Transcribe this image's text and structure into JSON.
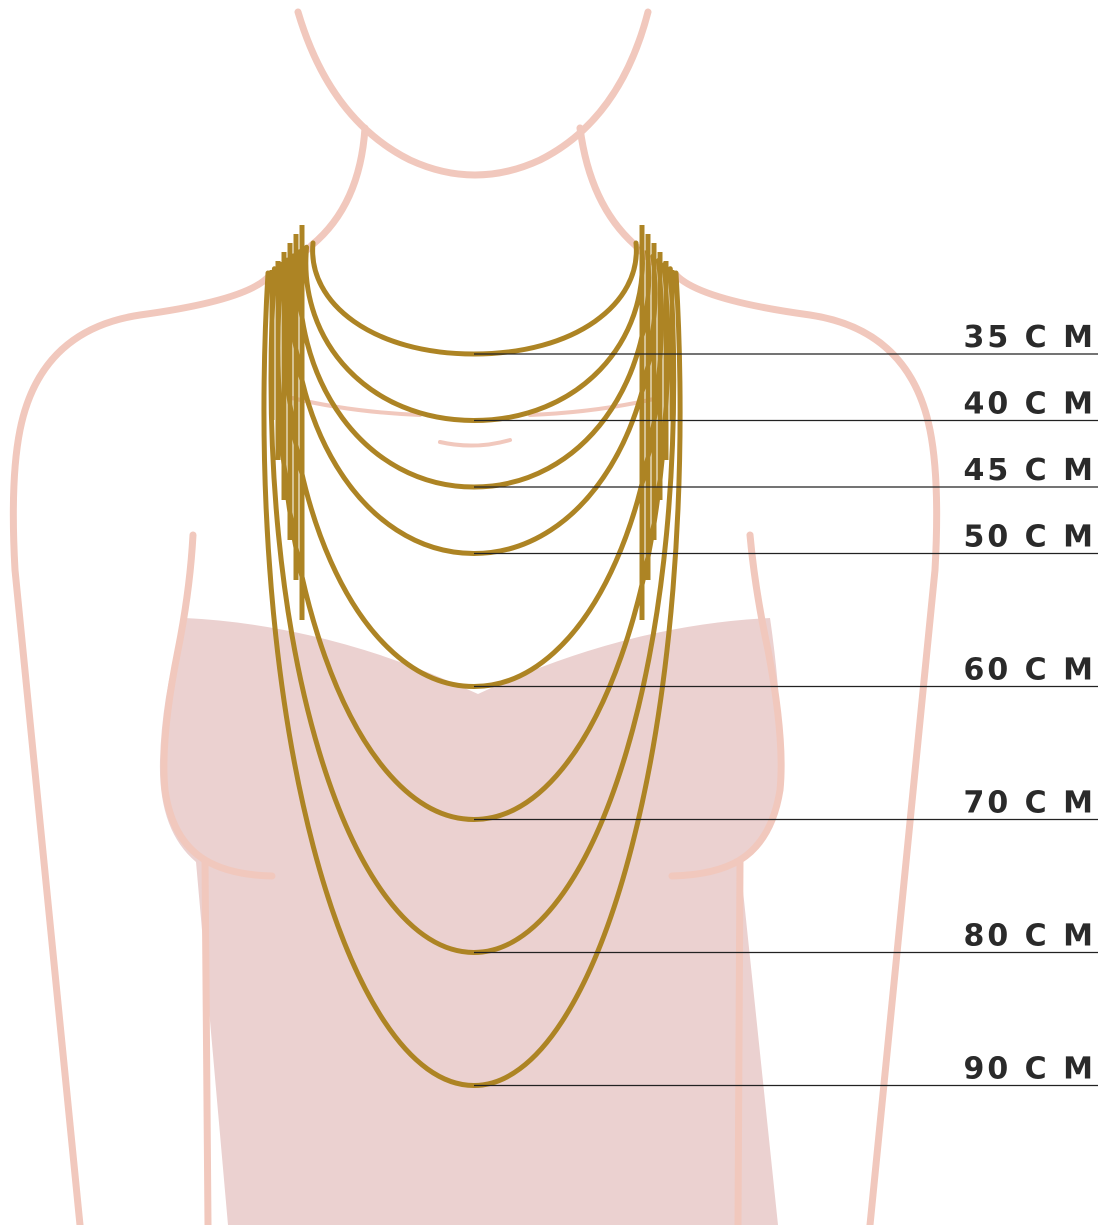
{
  "colors": {
    "background": "#ffffff",
    "skin_outline": "#f1c8bd",
    "dress_fill": "#ebd1d0",
    "chain": "#ad8424",
    "guide_line": "#222222",
    "label_text": "#2a2a2a"
  },
  "necklaces": [
    {
      "length_cm": 35,
      "label": "35 C M"
    },
    {
      "length_cm": 40,
      "label": "40 C M"
    },
    {
      "length_cm": 45,
      "label": "45 C M"
    },
    {
      "length_cm": 50,
      "label": "50 C M"
    },
    {
      "length_cm": 60,
      "label": "60 C M"
    },
    {
      "length_cm": 70,
      "label": "70 C M"
    },
    {
      "length_cm": 80,
      "label": "80 C M"
    },
    {
      "length_cm": 90,
      "label": "90 C M"
    }
  ]
}
